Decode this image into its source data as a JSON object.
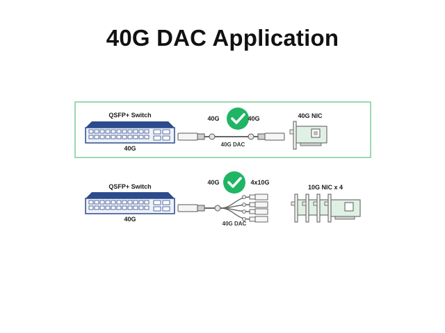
{
  "title": "40G DAC Application",
  "colors": {
    "switch_blue": "#2c4a8c",
    "check_green": "#1fb564",
    "frame_green": "#9bd8b4",
    "board_green": "#dff1e4"
  },
  "scenarios": [
    {
      "switch_label": "QSFP+ Switch",
      "switch_speed": "40G",
      "left_speed": "40G",
      "right_speed": "40G",
      "cable_label": "40G DAC",
      "nic_label": "40G NIC",
      "check_icon": "check-circle-icon"
    },
    {
      "switch_label": "QSFP+ Switch",
      "switch_speed": "40G",
      "left_speed": "40G",
      "right_speed": "4x10G",
      "cable_label": "40G DAC",
      "nic_label": "10G NIC x 4",
      "check_icon": "check-circle-icon"
    }
  ]
}
